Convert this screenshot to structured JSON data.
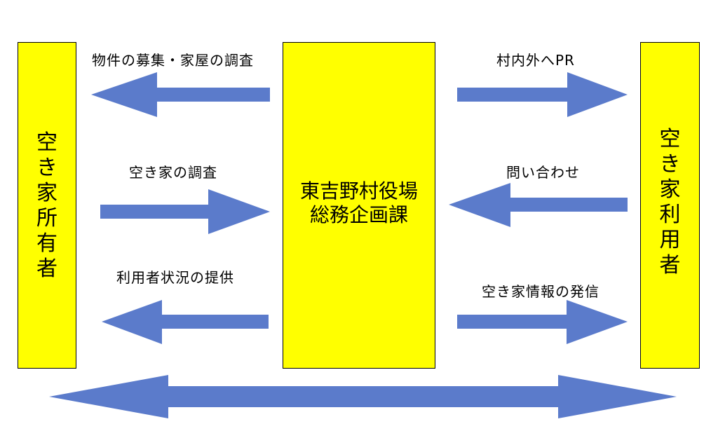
{
  "colors": {
    "box_fill": "#ffff00",
    "arrow": "#5b7bcb",
    "text": "#000000"
  },
  "left_box": {
    "label": "空き家所有者"
  },
  "center_box": {
    "line1": "東吉野村役場",
    "line2": "総務企画課"
  },
  "right_box": {
    "label": "空き家利用者"
  },
  "labels": {
    "top_left": "物件の募集・家屋の調査",
    "mid_left": "空き家の調査",
    "bottom_left": "利用者状況の提供",
    "top_right": "村内外へPR",
    "mid_right": "問い合わせ",
    "bottom_right": "空き家情報の発信"
  },
  "arrows": [
    {
      "id": "top-left-arrow",
      "direction": "left"
    },
    {
      "id": "mid-left-arrow",
      "direction": "right"
    },
    {
      "id": "bottom-left-arrow",
      "direction": "left"
    },
    {
      "id": "top-right-arrow",
      "direction": "right"
    },
    {
      "id": "mid-right-arrow",
      "direction": "left"
    },
    {
      "id": "bottom-right-arrow",
      "direction": "right"
    },
    {
      "id": "bottom-double-arrow",
      "direction": "both"
    }
  ]
}
